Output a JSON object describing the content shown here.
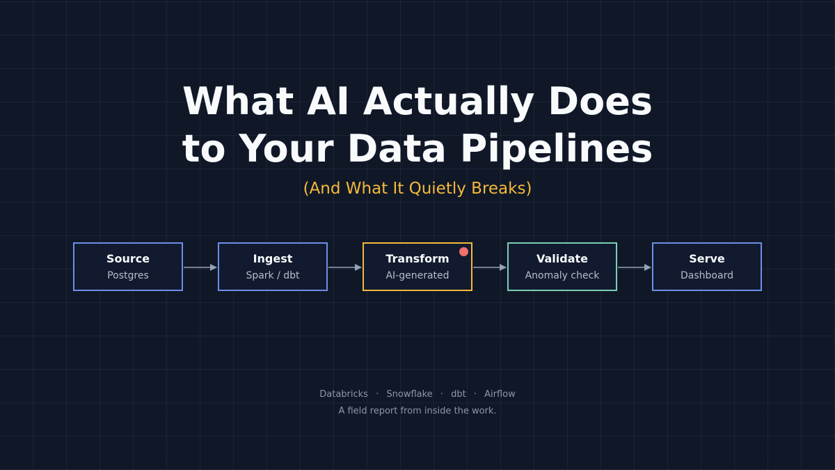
{
  "header": {
    "title_line1": "What AI Actually Does",
    "title_line2": "to Your Data Pipelines",
    "subtitle": "(And What It Quietly Breaks)"
  },
  "pipeline": {
    "stages": [
      {
        "name": "Source",
        "detail": "Postgres"
      },
      {
        "name": "Ingest",
        "detail": "Spark / dbt"
      },
      {
        "name": "Transform",
        "detail": "AI-generated"
      },
      {
        "name": "Validate",
        "detail": "Anomaly check"
      },
      {
        "name": "Serve",
        "detail": "Dashboard"
      }
    ]
  },
  "footer": {
    "platforms": [
      "Databricks",
      "Snowflake",
      "dbt",
      "Airflow"
    ],
    "separator": "·",
    "tagline": "A field report from inside the work."
  },
  "colors": {
    "background": "#101828",
    "stage_border": "#6d8fe8",
    "highlight": "#f5b93b",
    "validated": "#79d1b5",
    "alert": "#f06f6f",
    "arrow": "#94a3b8"
  }
}
